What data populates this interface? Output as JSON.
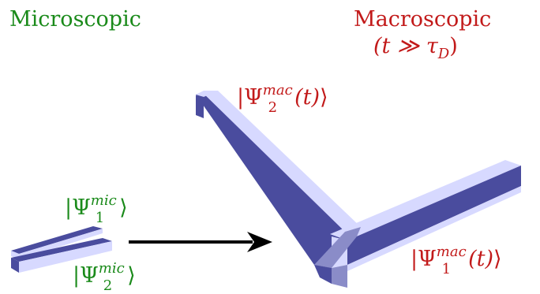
{
  "titles": {
    "microscopic": "Microscopic",
    "macroscopic": "Macroscopic",
    "macroscopic_condition": "(t ≫ τ_D)",
    "condition_parts": {
      "open": "(t ≫ τ",
      "sub": "D",
      "close": ")"
    }
  },
  "labels": {
    "psi1_mic": {
      "base": "|Ψ",
      "sub": "1",
      "sup": "mic",
      "close": "⟩"
    },
    "psi2_mic": {
      "base": "|Ψ",
      "sub": "2",
      "sup": "mic",
      "close": "⟩"
    },
    "psi1_mac": {
      "base": "|Ψ",
      "sub": "1",
      "sup": "mac",
      "arg": "(t)",
      "close": "⟩"
    },
    "psi2_mac": {
      "base": "|Ψ",
      "sub": "2",
      "sup": "mac",
      "arg": "(t)",
      "close": "⟩"
    }
  },
  "colors": {
    "green": "#1a8a1a",
    "red": "#c21a1a",
    "bar_dark": "#4a4c9e",
    "bar_light": "#d7d9ff",
    "bar_mid": "#8a8cc8",
    "arrow": "#000000"
  }
}
